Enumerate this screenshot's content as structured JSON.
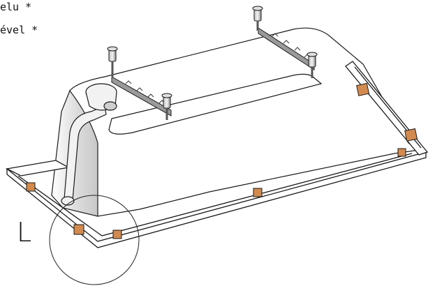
{
  "captions": {
    "line1": "elu *",
    "line2": "ével *"
  },
  "detail_label": "L",
  "colors": {
    "line": "#1a1a1a",
    "shadow": "#d6d6d6",
    "wood": "#d28a4e",
    "metal": "#6f6f6f"
  }
}
